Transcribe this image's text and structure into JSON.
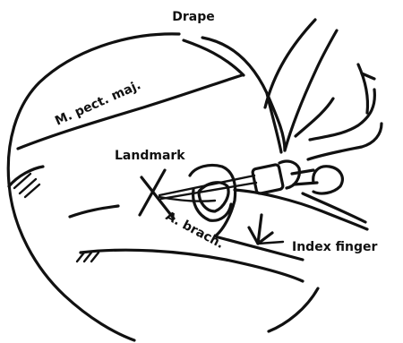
{
  "labels": {
    "drape": "Drape",
    "muscle": "M. pect. maj.",
    "landmark": "Landmark",
    "artery": "A. brach.",
    "finger": "Index finger"
  }
}
